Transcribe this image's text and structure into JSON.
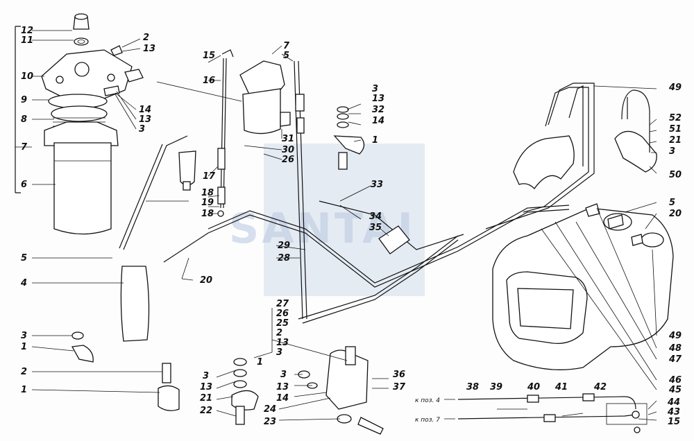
{
  "diagram": {
    "watermark": "SANTAI",
    "labels": {
      "p12": "12",
      "p11": "11",
      "p10": "10",
      "p9": "9",
      "p8": "8",
      "p7a": "7",
      "p6": "6",
      "p2a": "2",
      "p13a": "13",
      "p14a": "14",
      "p13b": "13",
      "p3a": "3",
      "p15": "15",
      "p16": "16",
      "p17": "17",
      "p18a": "18",
      "p19": "19",
      "p18b": "18",
      "p7b": "7",
      "p5a": "5",
      "p31": "31",
      "p30": "30",
      "p26a": "26",
      "p3b": "3",
      "p13c": "13",
      "p32": "32",
      "p14b": "14",
      "p1a": "1",
      "p33": "33",
      "p34": "34",
      "p35": "35",
      "p29": "29",
      "p28": "28",
      "p49a": "49",
      "p52": "52",
      "p51": "51",
      "p21a": "21",
      "p3c": "3",
      "p50": "50",
      "p5b": "5",
      "p20a": "20",
      "p5c": "5",
      "p4": "4",
      "p20b": "20",
      "p3d": "3",
      "p1b": "1",
      "p2b": "2",
      "p1c": "1",
      "p27": "27",
      "p26b": "26",
      "p25": "25",
      "p2c": "2",
      "p13d": "13",
      "p3e": "3",
      "p3f": "3",
      "p13e": "13",
      "p21b": "21",
      "p22": "22",
      "p1d": "1",
      "p3g": "3",
      "p13f": "13",
      "p14c": "14",
      "p24": "24",
      "p23": "23",
      "p36": "36",
      "p37": "37",
      "p49b": "49",
      "p48": "48",
      "p47": "47",
      "p46": "46",
      "p45": "45",
      "p38": "38",
      "p39": "39",
      "p40": "40",
      "p41": "41",
      "p42": "42",
      "p44": "44",
      "p43": "43",
      "p15b": "15",
      "to4": "к поз. 4",
      "to7": "к поз. 7"
    }
  }
}
